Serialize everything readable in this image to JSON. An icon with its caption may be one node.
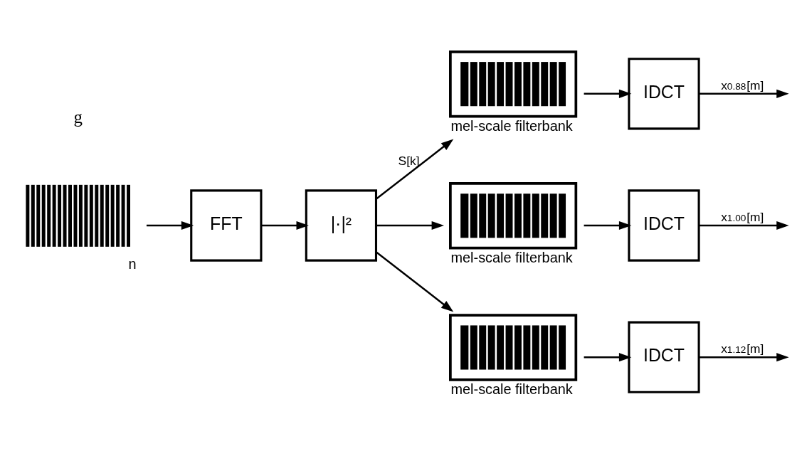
{
  "diagram": {
    "nodes": [
      {
        "text": [],
        "shape": "picture",
        "beside": [
          "n"
        ]
      },
      {
        "text": [
          "FFT"
        ]
      },
      {
        "text": [
          "|·|²"
        ]
      },
      {
        "text": [],
        "shape": "box",
        "beside": [
          "mel-scale filterbank"
        ]
      },
      {
        "text": [],
        "shape": "box",
        "beside": [
          "mel-scale filterbank"
        ]
      },
      {
        "text": [],
        "shape": "box",
        "beside": [
          "mel-scale filterbank"
        ]
      },
      {
        "text": [
          "IDCT"
        ]
      },
      {
        "text": [
          "IDCT"
        ]
      },
      {
        "text": [
          "IDCT"
        ]
      }
    ],
    "edges": [
      {
        "from": 0,
        "to": 1,
        "arrow": "to"
      },
      {
        "from": 1,
        "to": 2,
        "arrow": "to"
      },
      {
        "from": 2,
        "to": 3,
        "arrow": "to",
        "label": "S[k]"
      },
      {
        "from": 2,
        "to": 4,
        "arrow": "to"
      },
      {
        "from": 2,
        "to": 5,
        "arrow": "to"
      },
      {
        "from": 3,
        "to": 6,
        "arrow": "to"
      },
      {
        "from": 4,
        "to": 7,
        "arrow": "to"
      },
      {
        "from": 5,
        "to": 8,
        "arrow": "to"
      },
      {
        "from": 6,
        "to": null,
        "arrow": "to",
        "label": "x$_{0.88}$[m]"
      },
      {
        "from": 7,
        "to": null,
        "arrow": "to",
        "label": "x$_{1.00}$[m]"
      },
      {
        "from": 8,
        "to": null,
        "arrow": "to",
        "label": "x$_{1.12}$[m]"
      }
    ],
    "labels": [
      "g"
    ]
  }
}
